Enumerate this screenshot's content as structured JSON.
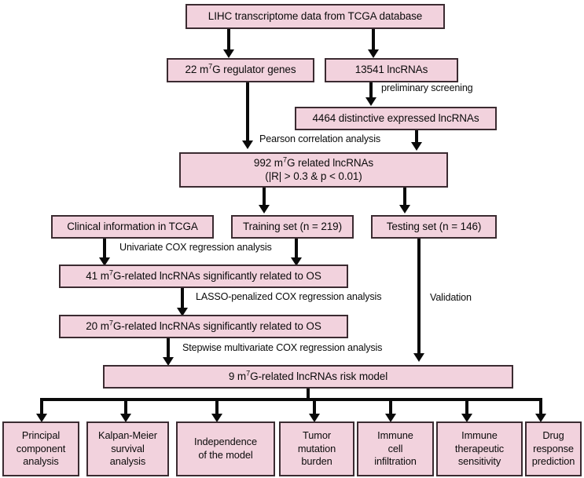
{
  "figure": {
    "type": "flowchart",
    "title": "m7G-related lncRNA prognostic model construction workflow (LIHC / TCGA)",
    "palette": {
      "box_fill": "#F2D2DD",
      "box_border": "#3b2b31",
      "arrow": "#0a0a0a",
      "text": "#0b0b0b",
      "background": "#ffffff"
    }
  },
  "nodes": {
    "source": {
      "label": "LIHC transcriptome data from TCGA database"
    },
    "regulators": {
      "label_pre": "22 m",
      "label_sup": "7",
      "label_post": "G regulator genes"
    },
    "lncrnas": {
      "label": "13541 lncRNAs"
    },
    "distinctive": {
      "label": "4464 distinctive expressed lncRNAs"
    },
    "related_line1_pre": "992 m",
    "related_sup": "7",
    "related_line1_post": "G related lncRNAs",
    "related_line2": "(|R| > 0.3 & p < 0.01)",
    "clinical": {
      "label": "Clinical information in TCGA"
    },
    "training": {
      "label": "Training set (n = 219)"
    },
    "testing": {
      "label": "Testing set (n = 146)"
    },
    "os41": {
      "pre": "41 m",
      "sup": "7",
      "post": "G-related  lncRNAs significantly related to OS"
    },
    "os20": {
      "pre": "20 m",
      "sup": "7",
      "post": "G-related  lncRNAs significantly related to OS"
    },
    "riskmodel": {
      "pre": "9 m",
      "sup": "7",
      "post": "G-related  lncRNAs risk model"
    }
  },
  "edge_labels": {
    "preliminary_screening": "preliminary screening",
    "pearson": "Pearson correlation analysis",
    "univariate": "Univariate COX regression analysis",
    "lasso": "LASSO-penalized COX regression analysis",
    "stepwise": "Stepwise multivariate COX regression analysis",
    "validation": "Validation"
  },
  "outputs": [
    {
      "lines": [
        "Principal",
        "component",
        "analysis"
      ]
    },
    {
      "lines": [
        "Kalpan-Meier",
        "survival",
        "analysis"
      ]
    },
    {
      "lines": [
        "Independence",
        "of the model"
      ]
    },
    {
      "lines": [
        "Tumor",
        "mutation",
        "burden"
      ]
    },
    {
      "lines": [
        "Immune",
        "cell",
        "infiltration"
      ]
    },
    {
      "lines": [
        "Immune",
        "therapeutic",
        "sensitivity"
      ]
    },
    {
      "lines": [
        "Drug",
        "response",
        "prediction"
      ]
    }
  ]
}
